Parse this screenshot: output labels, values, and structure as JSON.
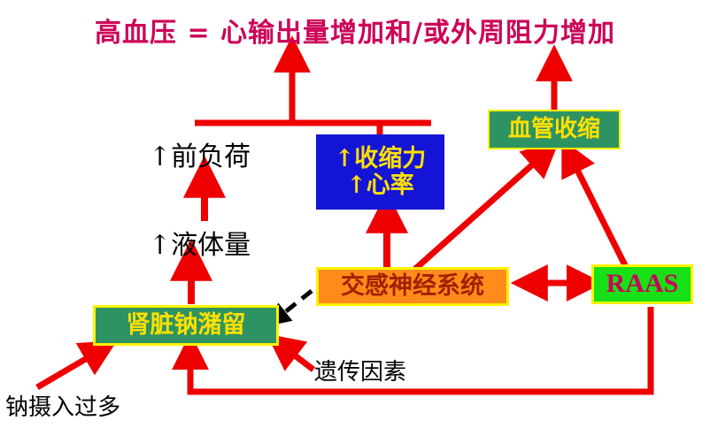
{
  "diagram": {
    "title": "高血压 = 心输出量增加和/或外周阻力增加",
    "colors": {
      "title_text": "#cc0257",
      "arrow_red": "#ee0000",
      "arrow_black": "#000000",
      "box_blue_bg": "#1414d7",
      "box_green_bg": "#2e9362",
      "box_orange_bg": "#ff8c1a",
      "box_brightgreen_bg": "#17e017",
      "border_yellow": "#fff200",
      "text_yellow": "#ffe000",
      "text_darkred": "#a32000",
      "text_black": "#000000",
      "background": "#ffffff"
    },
    "nodes": [
      {
        "id": "contractility",
        "label": "↑收缩力\n↑心率",
        "line1": "↑收缩力",
        "line2": "↑心率",
        "style": "blue-box",
        "fill": "#1414d7",
        "text_color": "#ffe000"
      },
      {
        "id": "vasoconstriction",
        "label": "血管收缩",
        "style": "green-box",
        "fill": "#2e9362",
        "text_color": "#ffe000"
      },
      {
        "id": "sympathetic",
        "label": "交感神经系统",
        "style": "orange-box",
        "fill": "#ff8c1a",
        "text_color": "#a32000"
      },
      {
        "id": "raas",
        "label": "RAAS",
        "style": "brightgreen-box",
        "fill": "#17e017",
        "text_color": "#cc0257"
      },
      {
        "id": "kidney",
        "label": "肾脏钠潴留",
        "style": "green-box",
        "fill": "#2e9362",
        "text_color": "#ffe000"
      },
      {
        "id": "preload",
        "label": "↑前负荷",
        "style": "plain-text",
        "text_color": "#000000"
      },
      {
        "id": "fluid-volume",
        "label": "↑液体量",
        "style": "plain-text",
        "text_color": "#000000"
      },
      {
        "id": "genetic-factors",
        "label": "遗传因素",
        "style": "plain-text",
        "text_color": "#000000"
      },
      {
        "id": "sodium-intake",
        "label": "钠摄入过多",
        "style": "plain-text",
        "text_color": "#000000"
      }
    ],
    "edges": [
      {
        "from": "preload-contractility-junction",
        "to": "title",
        "style": "solid-red",
        "arrowhead": true
      },
      {
        "from": "preload",
        "to": "junction-bar",
        "style": "solid-red",
        "arrowhead": false
      },
      {
        "from": "contractility",
        "to": "junction-bar",
        "style": "solid-red",
        "arrowhead": false
      },
      {
        "from": "vasoconstriction",
        "to": "title",
        "style": "solid-red",
        "arrowhead": true
      },
      {
        "from": "fluid-volume",
        "to": "preload",
        "style": "solid-red",
        "arrowhead": true
      },
      {
        "from": "kidney",
        "to": "fluid-volume",
        "style": "solid-red",
        "arrowhead": true
      },
      {
        "from": "sympathetic",
        "to": "contractility",
        "style": "solid-red",
        "arrowhead": true
      },
      {
        "from": "sympathetic",
        "to": "vasoconstriction",
        "style": "solid-red",
        "arrowhead": true
      },
      {
        "from": "raas",
        "to": "vasoconstriction",
        "style": "solid-red",
        "arrowhead": true
      },
      {
        "from": "sympathetic",
        "to": "raas",
        "style": "solid-red",
        "arrowhead": "both"
      },
      {
        "from": "sympathetic",
        "to": "kidney",
        "style": "dashed-black",
        "arrowhead": true
      },
      {
        "from": "sodium-intake",
        "to": "kidney",
        "style": "solid-red",
        "arrowhead": true
      },
      {
        "from": "genetic-factors",
        "to": "kidney",
        "style": "solid-red",
        "arrowhead": true
      },
      {
        "from": "raas",
        "to": "kidney",
        "style": "solid-red-feedback",
        "arrowhead": true
      }
    ]
  }
}
